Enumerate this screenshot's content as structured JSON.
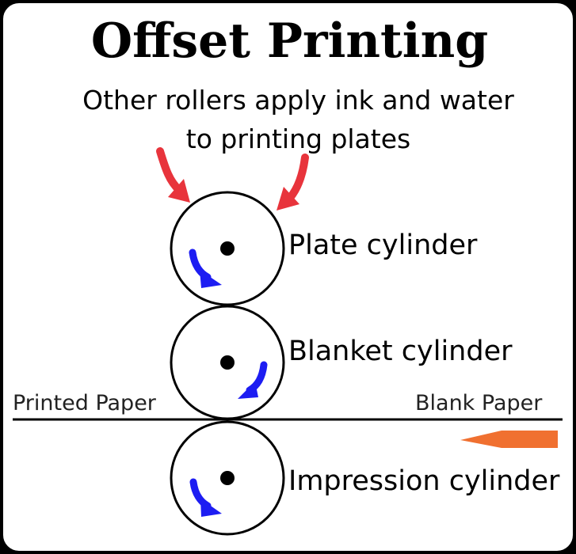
{
  "title": "Offset Printing",
  "subtitle_line1": "Other rollers apply ink and water",
  "subtitle_line2": "to printing plates",
  "cylinders": {
    "plate": "Plate cylinder",
    "blanket": "Blanket cylinder",
    "impression": "Impression cylinder"
  },
  "paper": {
    "printed": "Printed Paper",
    "blank": "Blank Paper"
  },
  "colors": {
    "ink_arrow": "#e8343c",
    "rotation_arrow": "#1d1df2",
    "paper_arrow": "#f07030"
  }
}
